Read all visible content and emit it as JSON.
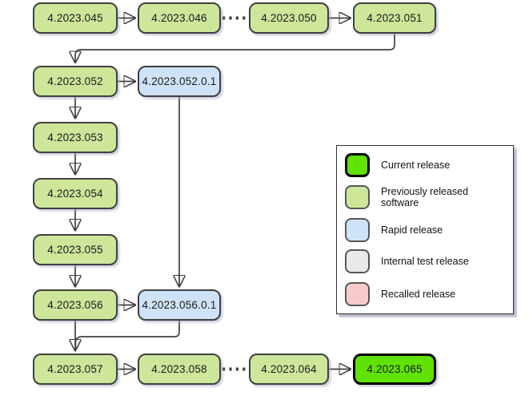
{
  "diagram": {
    "nodes": [
      {
        "label": "4.2023.045",
        "type": "previous"
      },
      {
        "label": "4.2023.046",
        "type": "previous"
      },
      {
        "label": "4.2023.050",
        "type": "previous"
      },
      {
        "label": "4.2023.051",
        "type": "previous"
      },
      {
        "label": "4.2023.052",
        "type": "previous"
      },
      {
        "label": "4.2023.052.0.1",
        "type": "rapid"
      },
      {
        "label": "4.2023.053",
        "type": "previous"
      },
      {
        "label": "4.2023.054",
        "type": "previous"
      },
      {
        "label": "4.2023.055",
        "type": "previous"
      },
      {
        "label": "4.2023.056",
        "type": "previous"
      },
      {
        "label": "4.2023.056.0.1",
        "type": "rapid"
      },
      {
        "label": "4.2023.057",
        "type": "previous"
      },
      {
        "label": "4.2023.058",
        "type": "previous"
      },
      {
        "label": "4.2023.064",
        "type": "previous"
      },
      {
        "label": "4.2023.065",
        "type": "current"
      }
    ],
    "edges": [
      {
        "from": "4.2023.045",
        "to": "4.2023.046",
        "style": "arrow"
      },
      {
        "from": "4.2023.046",
        "to": "4.2023.050",
        "style": "dotted"
      },
      {
        "from": "4.2023.050",
        "to": "4.2023.051",
        "style": "arrow"
      },
      {
        "from": "4.2023.051",
        "to": "4.2023.052",
        "style": "arrow"
      },
      {
        "from": "4.2023.052",
        "to": "4.2023.052.0.1",
        "style": "arrow"
      },
      {
        "from": "4.2023.052",
        "to": "4.2023.053",
        "style": "arrow"
      },
      {
        "from": "4.2023.053",
        "to": "4.2023.054",
        "style": "arrow"
      },
      {
        "from": "4.2023.054",
        "to": "4.2023.055",
        "style": "arrow"
      },
      {
        "from": "4.2023.055",
        "to": "4.2023.056",
        "style": "arrow"
      },
      {
        "from": "4.2023.052.0.1",
        "to": "4.2023.056.0.1",
        "style": "arrow"
      },
      {
        "from": "4.2023.056",
        "to": "4.2023.056.0.1",
        "style": "arrow"
      },
      {
        "from": "4.2023.056",
        "to": "4.2023.057",
        "style": "arrow"
      },
      {
        "from": "4.2023.056.0.1",
        "to": "4.2023.057",
        "style": "arrow"
      },
      {
        "from": "4.2023.057",
        "to": "4.2023.058",
        "style": "arrow"
      },
      {
        "from": "4.2023.058",
        "to": "4.2023.064",
        "style": "dotted"
      },
      {
        "from": "4.2023.064",
        "to": "4.2023.065",
        "style": "arrow"
      }
    ]
  },
  "legend": {
    "items": [
      {
        "label": "Current release",
        "swatch": "current"
      },
      {
        "label": "Previously released software",
        "swatch": "previous"
      },
      {
        "label": "Rapid release",
        "swatch": "rapid"
      },
      {
        "label": "Internal test release",
        "swatch": "internal"
      },
      {
        "label": "Recalled release",
        "swatch": "recalled"
      }
    ]
  },
  "colors": {
    "current-green": "#5FE204",
    "previous-green": "#CDE69A",
    "rapid-blue": "#CFE3F8",
    "internal-gray": "#E9E9E9",
    "recalled-pink": "#F9CACA",
    "node-border": "#404040",
    "current-border": "#000000",
    "edge": "#404040",
    "text": "#1A1A1A",
    "legend-border": "#333333",
    "canvas": "#FFFFFF"
  }
}
